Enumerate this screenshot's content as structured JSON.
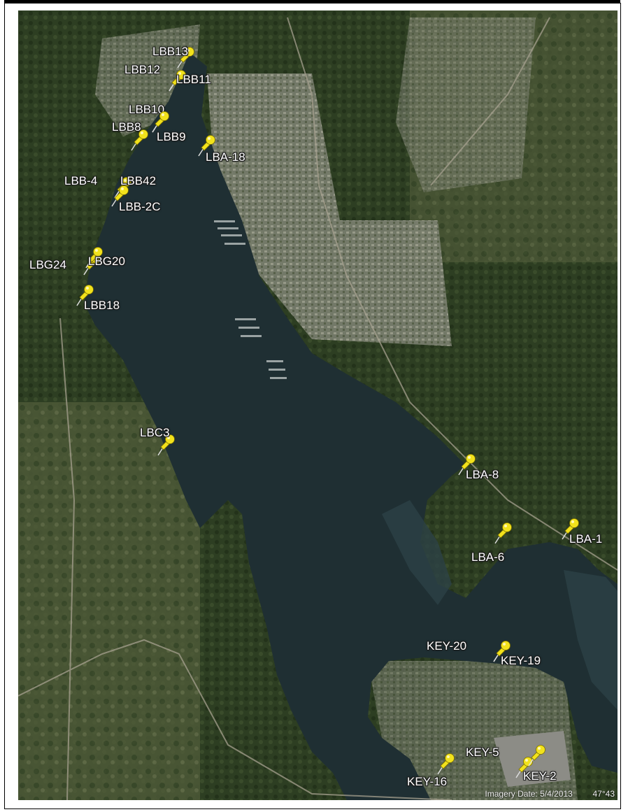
{
  "map": {
    "imagery_caption": "Imagery Date: 5/4/2013",
    "coordinate_fragment": "47°43",
    "markers": [
      {
        "id": "LBB13",
        "label": "LBB13"
      },
      {
        "id": "LBB12",
        "label": "LBB12"
      },
      {
        "id": "LBB11",
        "label": "LBB11"
      },
      {
        "id": "LBB10",
        "label": "LBB10"
      },
      {
        "id": "LBB8",
        "label": "LBB8"
      },
      {
        "id": "LBB9",
        "label": "LBB9"
      },
      {
        "id": "LBA-18",
        "label": "LBA-18"
      },
      {
        "id": "LBB-4",
        "label": "LBB-4"
      },
      {
        "id": "LBB42",
        "label": "LBB42"
      },
      {
        "id": "LBB-2C",
        "label": "LBB-2C"
      },
      {
        "id": "LBG24",
        "label": "LBG24"
      },
      {
        "id": "LBG20",
        "label": "LBG20"
      },
      {
        "id": "LBB18",
        "label": "LBB18"
      },
      {
        "id": "LBC3",
        "label": "LBC3"
      },
      {
        "id": "LBA-8",
        "label": "LBA-8"
      },
      {
        "id": "LBA-6",
        "label": "LBA-6"
      },
      {
        "id": "LBA-1",
        "label": "LBA-1"
      },
      {
        "id": "KEY-20",
        "label": "KEY-20"
      },
      {
        "id": "KEY-19",
        "label": "KEY-19"
      },
      {
        "id": "KEY-16",
        "label": "KEY-16"
      },
      {
        "id": "KEY-5",
        "label": "KEY-5"
      },
      {
        "id": "KEY-2",
        "label": "KEY-2"
      }
    ],
    "colors": {
      "water": "#1f2f33",
      "forest": "#2e3f22",
      "land": "#55603f",
      "urban": "#8a8a7c",
      "pin": "#f2e21c"
    }
  }
}
